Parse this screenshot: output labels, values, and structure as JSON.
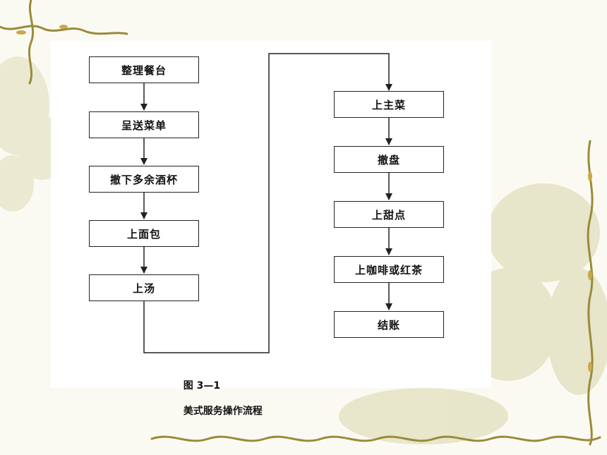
{
  "diagram": {
    "left_steps": [
      "整理餐台",
      "呈送菜单",
      "撤下多余酒杯",
      "上面包",
      "上汤"
    ],
    "right_steps": [
      "上主菜",
      "撤盘",
      "上甜点",
      "上咖啡或红茶",
      "结账"
    ],
    "caption_number": "图 3—1",
    "caption_title": "美式服务操作流程"
  },
  "colors": {
    "background": "#fbfaf2",
    "vine": "#9a8a3a",
    "leaf": "#c8a84a",
    "blossom": "#e4e2c4",
    "box_border": "#222222"
  }
}
